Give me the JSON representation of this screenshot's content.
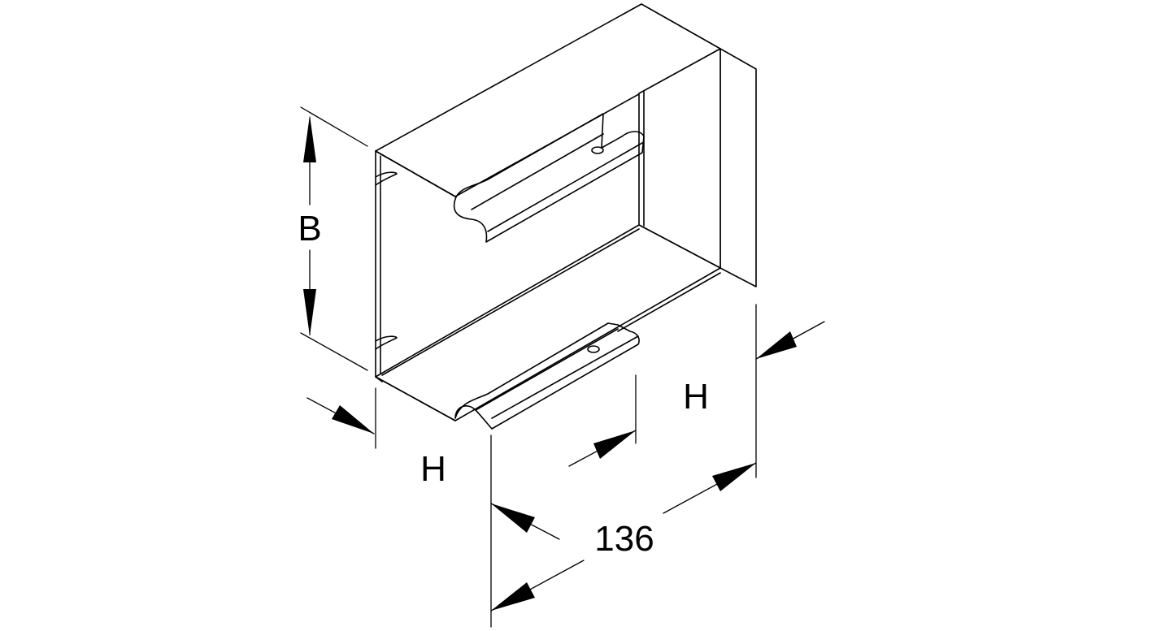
{
  "labels": {
    "width": "B",
    "height_left": "H",
    "height_right": "H",
    "length": "136"
  }
}
